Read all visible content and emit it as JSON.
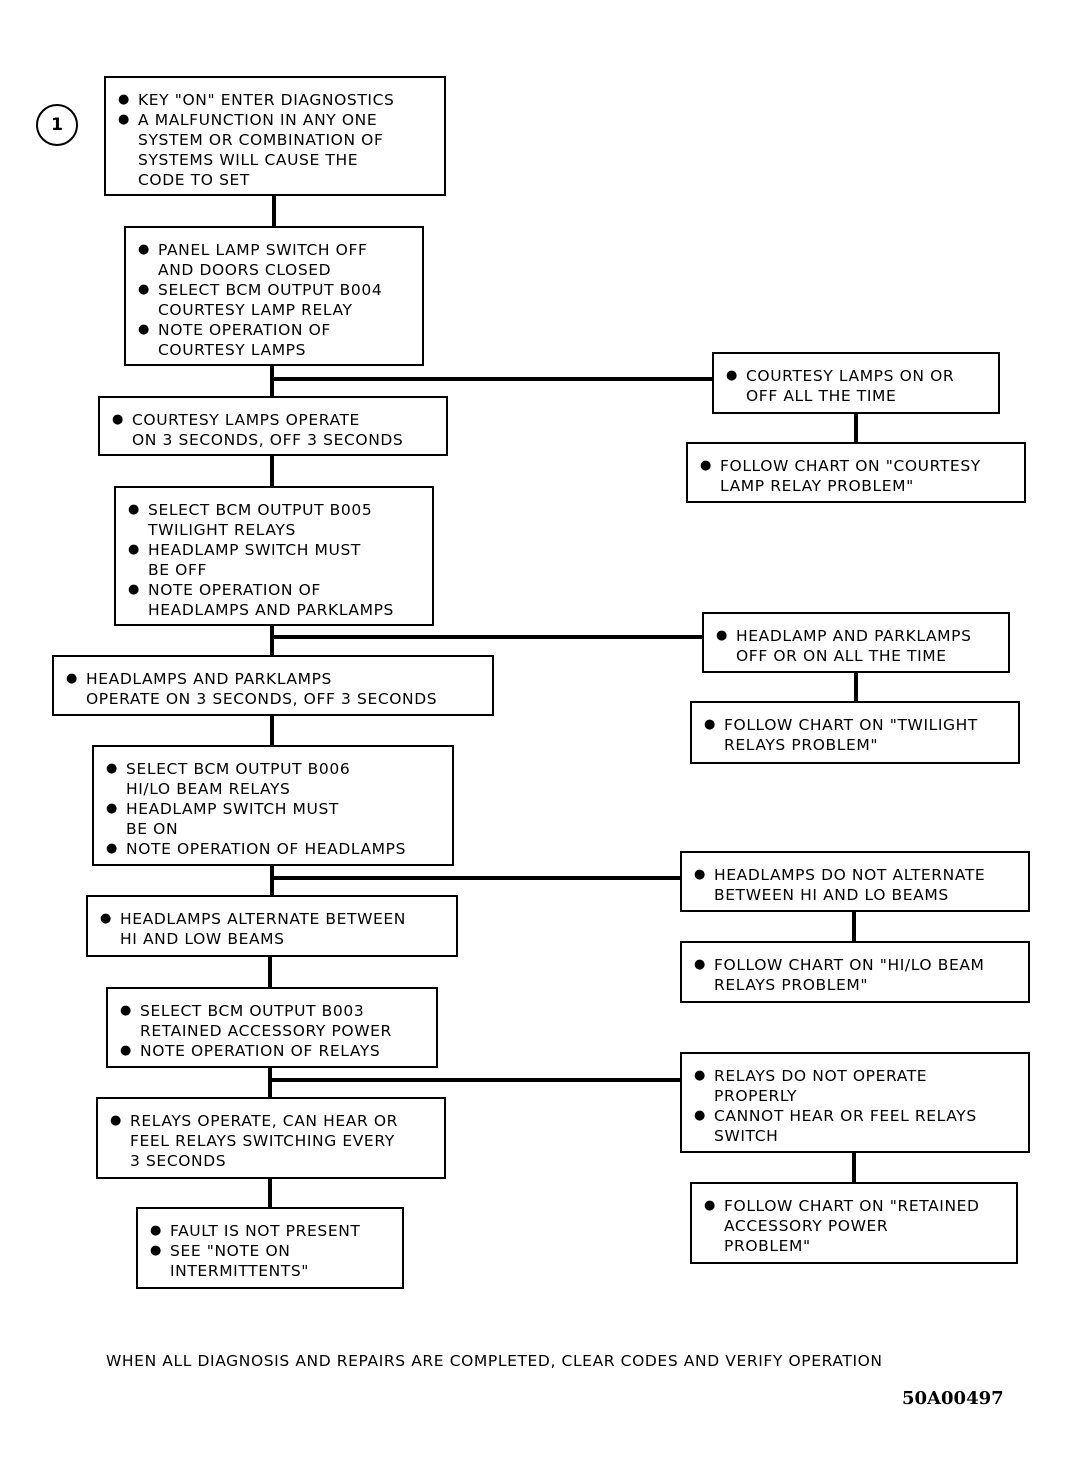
{
  "step_marker": "1",
  "boxes": {
    "b1": [
      "KEY \"ON\" ENTER DIAGNOSTICS",
      "A MALFUNCTION IN ANY ONE\nSYSTEM OR COMBINATION OF\nSYSTEMS WILL CAUSE THE\nCODE TO SET"
    ],
    "b2": [
      "PANEL LAMP SWITCH OFF\nAND DOORS CLOSED",
      "SELECT BCM OUTPUT B004\nCOURTESY LAMP RELAY",
      "NOTE OPERATION OF\nCOURTESY LAMPS"
    ],
    "b3": [
      "COURTESY LAMPS OPERATE\nON 3 SECONDS, OFF 3 SECONDS"
    ],
    "b4": [
      "SELECT BCM OUTPUT B005\nTWILIGHT RELAYS",
      "HEADLAMP SWITCH MUST\nBE OFF",
      "NOTE OPERATION OF\nHEADLAMPS AND PARKLAMPS"
    ],
    "b5": [
      "HEADLAMPS AND PARKLAMPS\nOPERATE ON 3 SECONDS, OFF 3 SECONDS"
    ],
    "b6": [
      "SELECT BCM OUTPUT B006\nHI/LO BEAM RELAYS",
      "HEADLAMP SWITCH MUST\nBE ON",
      "NOTE OPERATION OF HEADLAMPS"
    ],
    "b7": [
      "HEADLAMPS ALTERNATE BETWEEN\nHI AND LOW BEAMS"
    ],
    "b8": [
      "SELECT BCM OUTPUT B003\nRETAINED ACCESSORY POWER",
      "NOTE OPERATION OF RELAYS"
    ],
    "b9": [
      "RELAYS OPERATE, CAN HEAR OR\nFEEL RELAYS SWITCHING EVERY\n3 SECONDS"
    ],
    "b10": [
      "FAULT IS NOT PRESENT",
      "SEE \"NOTE ON\nINTERMITTENTS\""
    ],
    "r1": [
      "COURTESY LAMPS ON OR\nOFF ALL THE TIME"
    ],
    "r2": [
      "FOLLOW CHART ON \"COURTESY\nLAMP RELAY PROBLEM\""
    ],
    "r3": [
      "HEADLAMP AND PARKLAMPS\nOFF OR ON ALL THE TIME"
    ],
    "r4": [
      "FOLLOW CHART ON \"TWILIGHT\nRELAYS PROBLEM\""
    ],
    "r5": [
      "HEADLAMPS DO NOT ALTERNATE\nBETWEEN HI AND LO BEAMS"
    ],
    "r6": [
      "FOLLOW CHART ON \"HI/LO BEAM\nRELAYS PROBLEM\""
    ],
    "r7": [
      "RELAYS DO NOT OPERATE\nPROPERLY",
      "CANNOT HEAR OR FEEL RELAYS\nSWITCH"
    ],
    "r8": [
      "FOLLOW CHART ON \"RETAINED\nACCESSORY POWER\nPROBLEM\""
    ]
  },
  "footer_note": "WHEN ALL DIAGNOSIS AND REPAIRS ARE COMPLETED, CLEAR CODES AND VERIFY OPERATION",
  "figure_id": "50A00497"
}
